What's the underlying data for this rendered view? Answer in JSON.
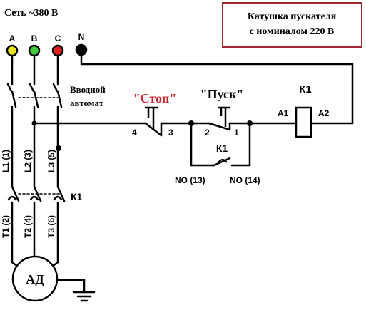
{
  "supply_label": "Сеть ~380 В",
  "note": {
    "line1": "Катушка пускателя",
    "line2": "с номиналом 220 В",
    "border_color": "#a0272d"
  },
  "phases": [
    {
      "label": "A",
      "color": "#e8e21e"
    },
    {
      "label": "B",
      "color": "#3ec83a"
    },
    {
      "label": "C",
      "color": "#e0221e"
    },
    {
      "label": "N",
      "color": "#000000"
    }
  ],
  "breaker": {
    "line1": "Вводной",
    "line2": "автомат"
  },
  "stop": {
    "label": "\"Стоп\"",
    "color": "#c0262a",
    "terminal_left": "4",
    "terminal_right": "3"
  },
  "start": {
    "label": "\"Пуск\"",
    "terminal_left": "2",
    "terminal_right": "1"
  },
  "coil": {
    "label": "К1",
    "terminal_left": "A1",
    "terminal_right": "A2"
  },
  "aux_contact": {
    "label": "К1",
    "no_left": "NO (13)",
    "no_right": "NO (14)"
  },
  "contactor": {
    "label": "К1"
  },
  "line_labels": [
    "L1 (1)",
    "L2 (3)",
    "L3 (5)"
  ],
  "load_labels": [
    "T1 (2)",
    "T2 (4)",
    "T3 (6)"
  ],
  "motor": {
    "label": "АД"
  }
}
